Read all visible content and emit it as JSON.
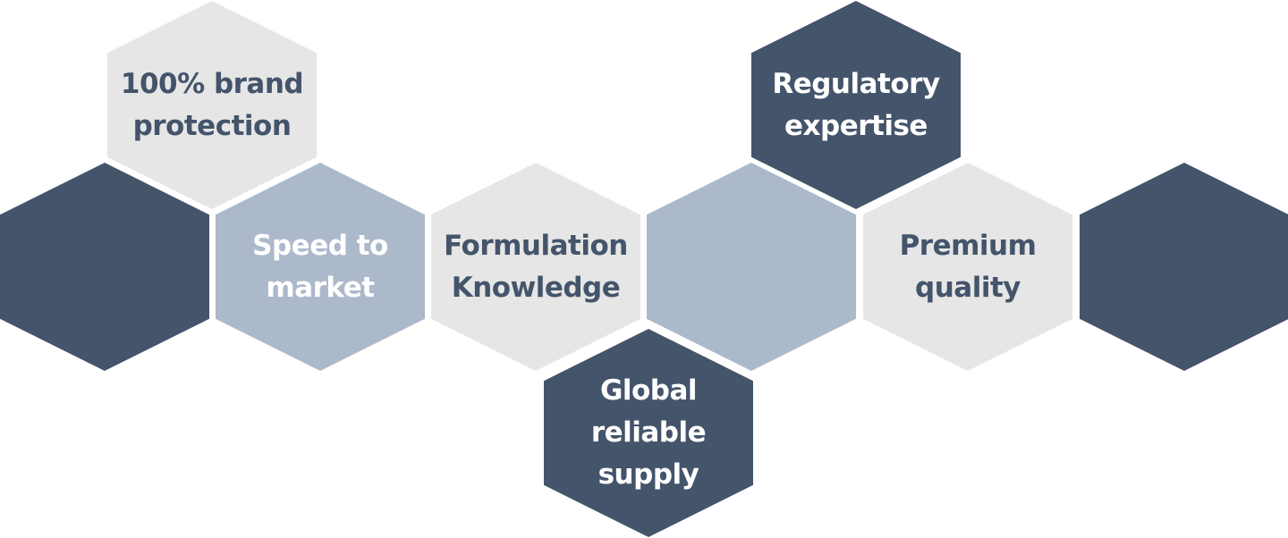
{
  "colors": {
    "dark": "#44546a",
    "mid": "#acb9ca",
    "light": "#e6e6e6",
    "background": "#ffffff"
  },
  "hexagons": [
    {
      "id": "brand-protection",
      "style": "light",
      "lines": [
        "100% brand",
        "protection"
      ]
    },
    {
      "id": "left-blank",
      "style": "dark",
      "lines": []
    },
    {
      "id": "speed-to-market",
      "style": "mid",
      "lines": [
        "Speed to",
        "market"
      ]
    },
    {
      "id": "formulation-knowledge",
      "style": "light",
      "lines": [
        "Formulation",
        "Knowledge"
      ]
    },
    {
      "id": "center-blank",
      "style": "mid",
      "lines": []
    },
    {
      "id": "regulatory-expertise",
      "style": "dark",
      "lines": [
        "Regulatory",
        "expertise"
      ]
    },
    {
      "id": "premium-quality",
      "style": "light",
      "lines": [
        "Premium",
        "quality"
      ]
    },
    {
      "id": "right-blank",
      "style": "dark",
      "lines": []
    },
    {
      "id": "global-reliable-supply",
      "style": "dark",
      "lines": [
        "Global",
        "reliable",
        "supply"
      ]
    }
  ]
}
